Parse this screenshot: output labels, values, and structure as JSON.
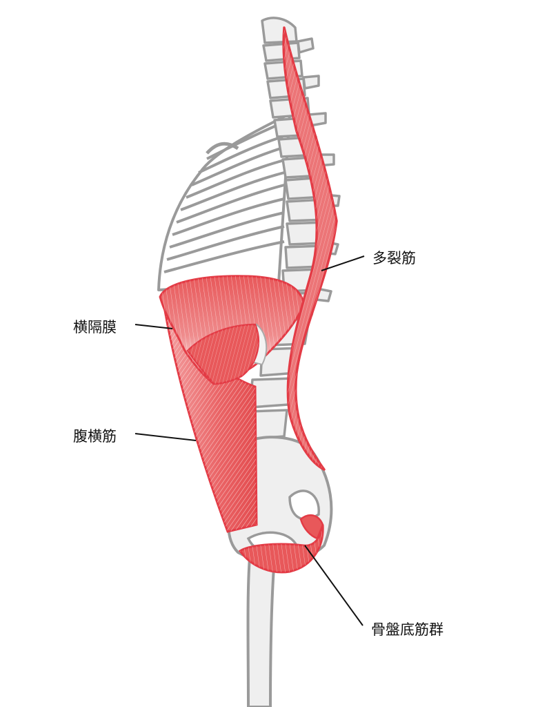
{
  "labels": {
    "multifidus": "多裂筋",
    "diaphragm": "横隔膜",
    "transversus_abdominis": "腹横筋",
    "pelvic_floor": "骨盤底筋群"
  },
  "colors": {
    "muscle": "#e8585a",
    "muscle_outline": "#e33b45",
    "bone_fill": "#efefef",
    "bone_outline": "#9a9a9a",
    "leader": "#111111"
  }
}
